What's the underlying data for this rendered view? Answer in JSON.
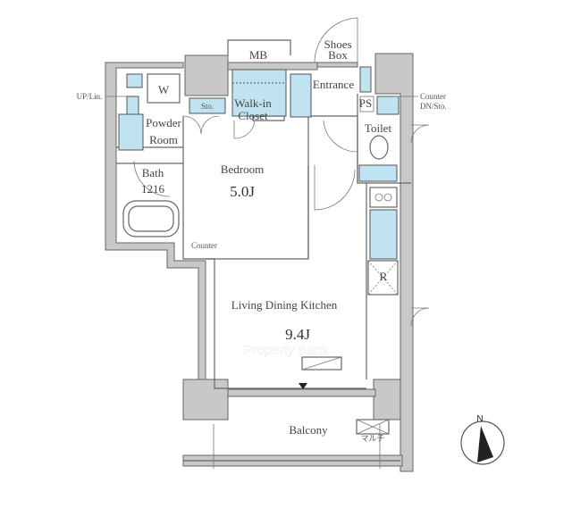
{
  "rooms": {
    "mb": "MB",
    "shoes_box": [
      "Shoes",
      "Box"
    ],
    "entrance": "Entrance",
    "up_lin": "UP/Lin.",
    "washer": "W",
    "storage": "Sto.",
    "walk_in_closet": [
      "Walk-in",
      "Closet"
    ],
    "ps": "PS",
    "counter_dn_sto": [
      "Counter",
      "DN/Sto."
    ],
    "toilet": "Toilet",
    "powder_room": [
      "Powder",
      "Room"
    ],
    "bath": [
      "Bath",
      "1216"
    ],
    "bedroom": {
      "name": "Bedroom",
      "size": "5.0J"
    },
    "counter": "Counter",
    "refrigerator": "R",
    "ldk": {
      "name": "Living Dining Kitchen",
      "size": "9.4J"
    },
    "balcony": "Balcony",
    "multi": "マルチ"
  },
  "compass": "N",
  "watermark": "Property Bank",
  "colors": {
    "fixture": "#bfe3f1",
    "wall": "#c8c8c8"
  }
}
